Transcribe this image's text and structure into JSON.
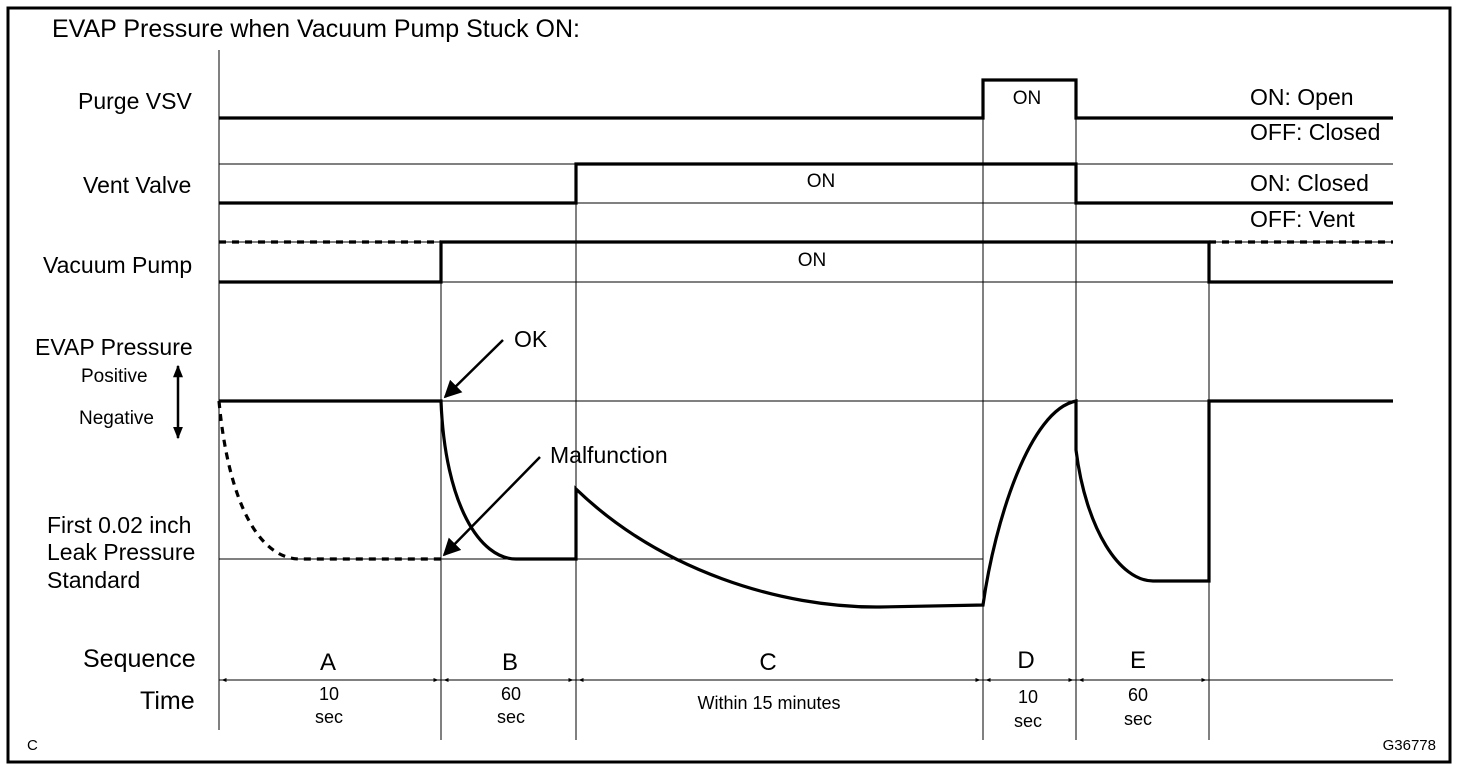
{
  "title": "EVAP Pressure when Vacuum Pump Stuck ON:",
  "signals": {
    "purge_vsv": {
      "label": "Purge VSV",
      "on_text": "ON",
      "legend_on": "ON: Open",
      "legend_off": "OFF: Closed"
    },
    "vent_valve": {
      "label": "Vent Valve",
      "on_text": "ON",
      "legend_on": "ON: Closed",
      "legend_off": "OFF: Vent"
    },
    "vacuum_pump": {
      "label": "Vacuum Pump",
      "on_text": "ON"
    }
  },
  "pressure": {
    "label": "EVAP Pressure",
    "positive": "Positive",
    "negative": "Negative",
    "ok": "OK",
    "malfunction": "Malfunction",
    "standard_line1": "First 0.02 inch",
    "standard_line2": "Leak Pressure",
    "standard_line3": "Standard"
  },
  "sequence": {
    "label": "Sequence",
    "time_label": "Time",
    "phases": [
      {
        "letter": "A",
        "time1": "10",
        "time2": "sec"
      },
      {
        "letter": "B",
        "time1": "60",
        "time2": "sec"
      },
      {
        "letter": "C",
        "time1": "Within 15 minutes",
        "time2": ""
      },
      {
        "letter": "D",
        "time1": "10",
        "time2": "sec"
      },
      {
        "letter": "E",
        "time1": "60",
        "time2": "sec"
      }
    ]
  },
  "footer": {
    "left": "C",
    "right": "G36778"
  }
}
